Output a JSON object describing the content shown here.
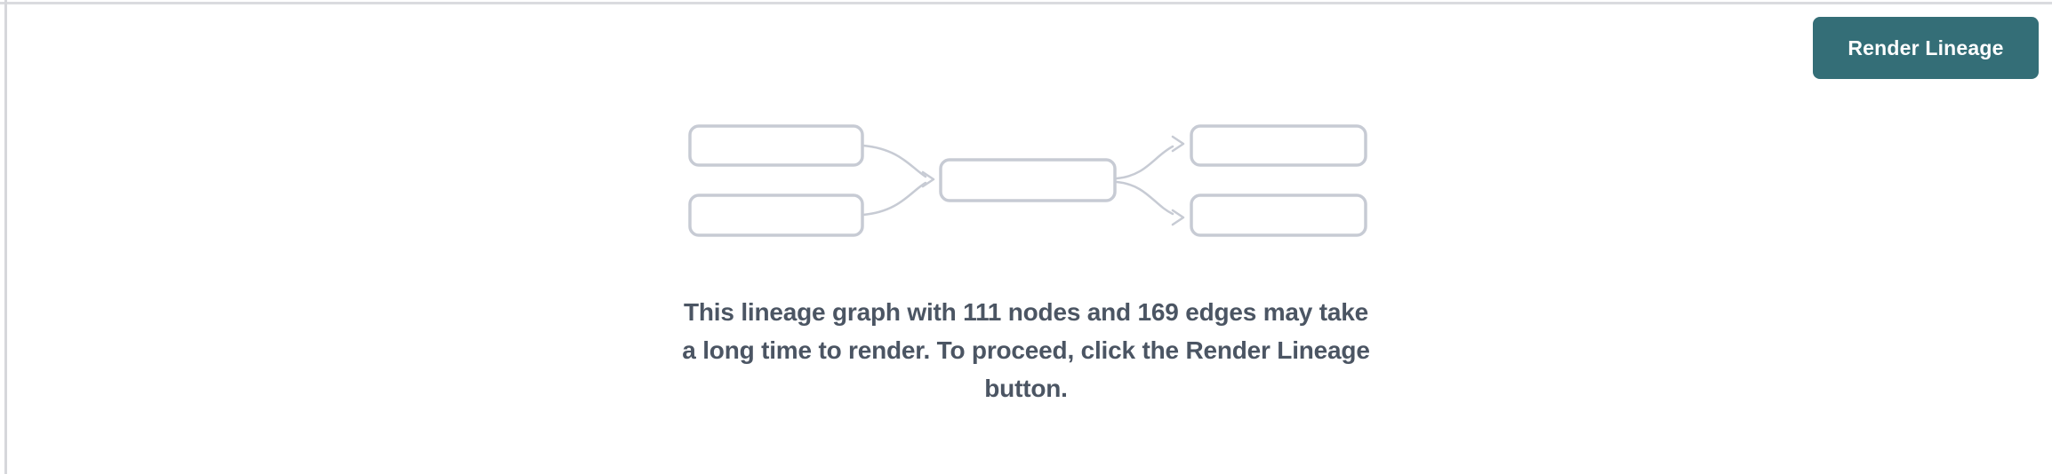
{
  "panel": {
    "toolbar": {
      "render_button_label": "Render Lineage"
    },
    "empty_state": {
      "node_count": 111,
      "edge_count": 169,
      "message_full": "This lineage graph with 111 nodes and 169 edges may take a long time to render. To proceed, click the Render Lineage button.",
      "message_lines": [
        "This lineage graph with 111 nodes and 169 edges may take",
        "a long time to render. To proceed, click the Render Lineage",
        "button."
      ]
    },
    "illustration": {
      "name": "lineage-graph-placeholder",
      "box_count": 5
    },
    "colors": {
      "button_background": "#346e77",
      "button_text": "#ffffff",
      "message_text": "#4b5563",
      "graph_outline": "#c7cbd4",
      "panel_border": "#dadbdf",
      "panel_background": "#ffffff"
    }
  }
}
